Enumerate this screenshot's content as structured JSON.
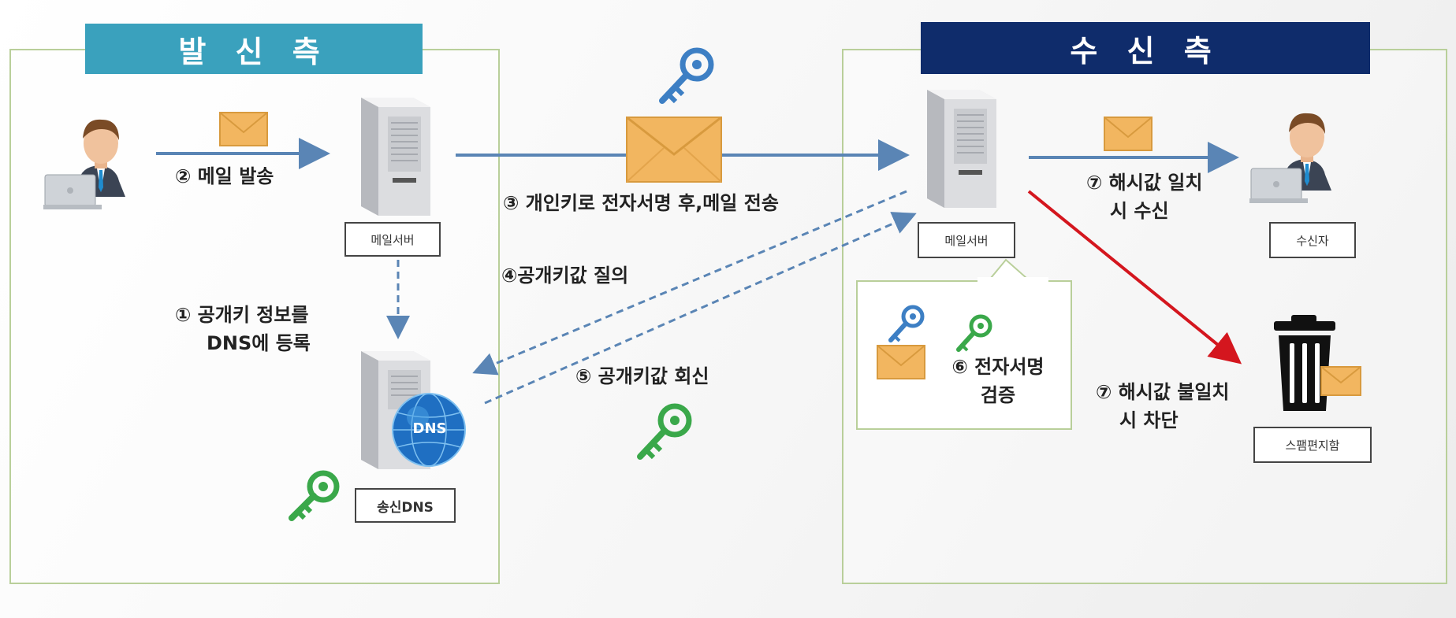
{
  "sender": {
    "title": "발 신 측",
    "mail_server_label": "메일서버",
    "dns_label": "송신DNS",
    "dns_globe_text": "DNS"
  },
  "receiver": {
    "title": "수 신 측",
    "mail_server_label": "메일서버",
    "recipient_label": "수신자",
    "spam_label": "스팸편지함"
  },
  "steps": {
    "register_key_line1": "① 공개키 정보를",
    "register_key_line2": "DNS에 등록",
    "send_mail": "② 메일 발송",
    "sign_and_send": "③ 개인키로 전자서명 후,메일 전송",
    "query_public_key": "④공개키값 질의",
    "reply_public_key": "⑤ 공개키값 회신",
    "verify_signature_line1": "⑥ 전자서명",
    "verify_signature_line2": "검증",
    "hash_match_line1": "⑦ 해시값 일치",
    "hash_match_line2": "시 수신",
    "hash_mismatch_line1": "⑦ 해시값 불일치",
    "hash_mismatch_line2": "시 차단"
  },
  "colors": {
    "sender_title_bg": "#3aa1bd",
    "receiver_title_bg": "#0f2c6b",
    "panel_border": "#b9cf9a",
    "flow_arrow": "#5a85b5",
    "block_arrow": "#d4161e",
    "private_key": "#3d7fc4",
    "public_key": "#3aa84a",
    "envelope": "#f2b660"
  },
  "icons": [
    "user-icon",
    "laptop-icon",
    "server-icon",
    "envelope-icon",
    "key-icon",
    "globe-icon",
    "trash-icon"
  ]
}
